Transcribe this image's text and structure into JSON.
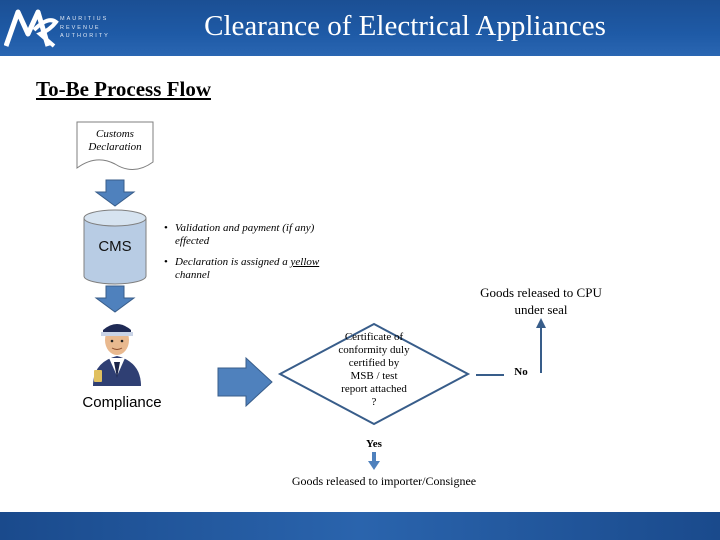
{
  "header": {
    "title": "Clearance of Electrical Appliances",
    "logo_lines": [
      "MAURITIUS",
      "REVENUE",
      "AUTHORITY"
    ],
    "color": "#1e5aa6"
  },
  "subtitle": "To-Be Process Flow",
  "diagram": {
    "document_node": {
      "lines": [
        "Customs",
        "Declaration"
      ]
    },
    "cms_node": {
      "label": "CMS"
    },
    "bullets": {
      "item1": "Validation and payment (if any) effected",
      "item2_prefix": "Declaration is assigned a ",
      "item2_emph": "yellow",
      "item2_suffix": " channel"
    },
    "officer_node": {
      "label": "Compliance",
      "icon": "customs-officer-icon"
    },
    "decision": {
      "lines": [
        "Certificate of",
        "conformity duly",
        "certified by",
        "MSB / test",
        "report attached",
        "?"
      ]
    },
    "no_branch": {
      "label": "No",
      "result_lines": [
        "Goods released to CPU",
        "under seal"
      ]
    },
    "yes_branch": {
      "label": "Yes",
      "result": "Goods released to importer/Consignee"
    },
    "colors": {
      "arrow": "#4f81bd",
      "arrow_stroke": "#385d8a",
      "cylinder": "#b8cce4",
      "doc": "#ffffff"
    }
  }
}
